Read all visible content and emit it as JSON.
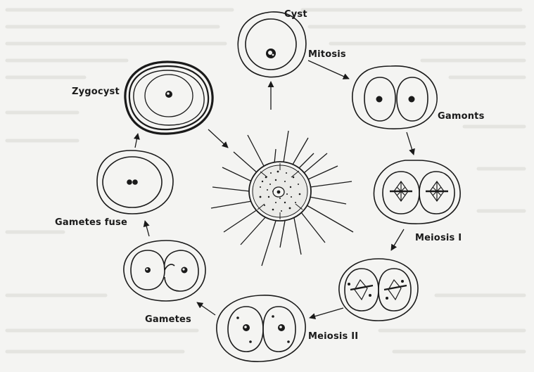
{
  "diagram": {
    "labels": {
      "cyst": "Cyst",
      "mitosis": "Mitosis",
      "gamonts": "Gamonts",
      "meiosis1": "Meiosis I",
      "meiosis2": "Meiosis II",
      "gametes": "Gametes",
      "gametes_fuse": "Gametes fuse",
      "zygocyst": "Zygocyst"
    },
    "colors": {
      "ink": "#1a1a1a",
      "paper": "#f4f4f2",
      "ghost_text": "#e2e2de"
    }
  }
}
